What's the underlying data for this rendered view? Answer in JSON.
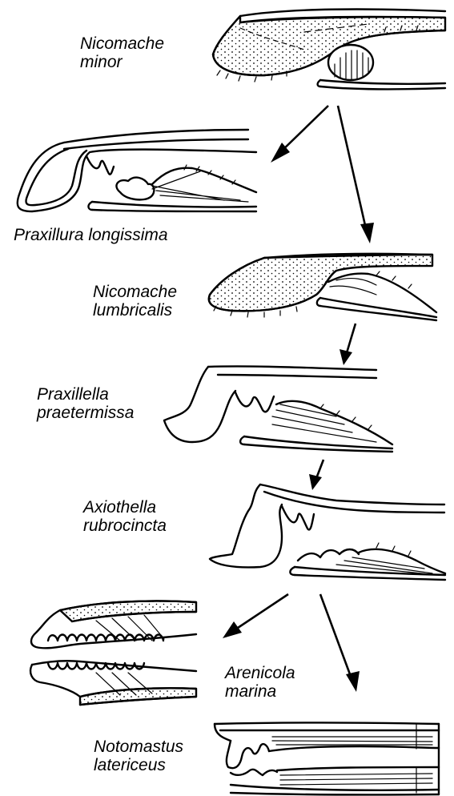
{
  "species": [
    {
      "id": "nicomache-minor",
      "lines": [
        "Nicomache",
        "minor"
      ]
    },
    {
      "id": "praxillura-longissima",
      "lines": [
        "Praxillura longissima"
      ]
    },
    {
      "id": "nicomache-lumbricalis",
      "lines": [
        "Nicomache",
        "lumbricalis"
      ]
    },
    {
      "id": "praxillella-praetermissa",
      "lines": [
        "Praxillella",
        "praetermissa"
      ]
    },
    {
      "id": "axiothella-rubrocincta",
      "lines": [
        "Axiothella",
        "rubrocincta"
      ]
    },
    {
      "id": "arenicola-marina",
      "lines": [
        "Arenicola",
        "marina"
      ]
    },
    {
      "id": "notomastus-latericeus",
      "lines": [
        "Notomastus",
        "latericeus"
      ]
    }
  ]
}
